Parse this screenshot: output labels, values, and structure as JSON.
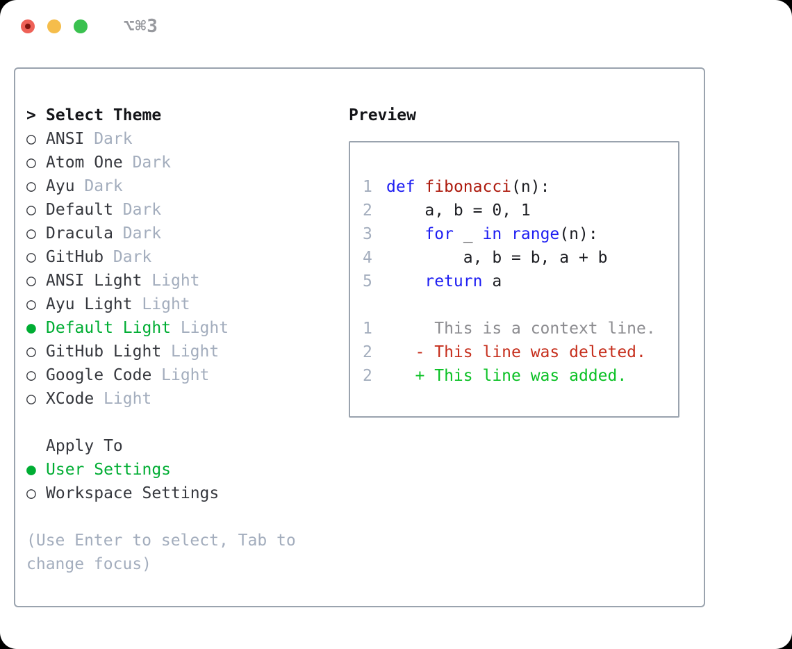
{
  "window": {
    "title_shortcut": "⌥⌘3"
  },
  "icons": {
    "caret": ">",
    "radio_on": "●",
    "radio_off": "○"
  },
  "colors": {
    "selection_green": "#00ad33",
    "added_green": "#0bc125",
    "deleted_red": "#c62f1d",
    "keyword_blue": "#1d1df2",
    "function_red": "#ad1a0d",
    "muted_gray": "#a3adbd",
    "context_gray": "#8c8c90",
    "border_gray": "#9aa3ae",
    "traffic_red": "#ee6157",
    "traffic_yellow": "#f5bd4b",
    "traffic_green": "#3ac14f"
  },
  "theme_panel": {
    "title": "Select Theme",
    "themes": [
      {
        "name": "ANSI",
        "variant": "Dark",
        "selected": false
      },
      {
        "name": "Atom One",
        "variant": "Dark",
        "selected": false
      },
      {
        "name": "Ayu",
        "variant": "Dark",
        "selected": false
      },
      {
        "name": "Default",
        "variant": "Dark",
        "selected": false
      },
      {
        "name": "Dracula",
        "variant": "Dark",
        "selected": false
      },
      {
        "name": "GitHub",
        "variant": "Dark",
        "selected": false
      },
      {
        "name": "ANSI Light",
        "variant": "Light",
        "selected": false
      },
      {
        "name": "Ayu Light",
        "variant": "Light",
        "selected": false
      },
      {
        "name": "Default Light",
        "variant": "Light",
        "selected": true
      },
      {
        "name": "GitHub Light",
        "variant": "Light",
        "selected": false
      },
      {
        "name": "Google Code",
        "variant": "Light",
        "selected": false
      },
      {
        "name": "XCode",
        "variant": "Light",
        "selected": false
      }
    ],
    "apply_to": {
      "label": "Apply To",
      "options": [
        {
          "name": "User Settings",
          "selected": true
        },
        {
          "name": "Workspace Settings",
          "selected": false
        }
      ]
    },
    "hint": "(Use Enter to select, Tab to change focus)"
  },
  "preview": {
    "label": "Preview",
    "code": [
      {
        "num": "1",
        "parts": [
          [
            "kw",
            "def"
          ],
          [
            "pl",
            " "
          ],
          [
            "fn",
            "fibonacci"
          ],
          [
            "pl",
            "(n):"
          ]
        ]
      },
      {
        "num": "2",
        "parts": [
          [
            "pl",
            "    a, b = 0, 1"
          ]
        ]
      },
      {
        "num": "3",
        "parts": [
          [
            "pl",
            "    "
          ],
          [
            "kw",
            "for"
          ],
          [
            "pl",
            " _ "
          ],
          [
            "kw",
            "in"
          ],
          [
            "pl",
            " "
          ],
          [
            "kw",
            "range"
          ],
          [
            "pl",
            "(n):"
          ]
        ]
      },
      {
        "num": "4",
        "parts": [
          [
            "pl",
            "        a, b = b, a + b"
          ]
        ]
      },
      {
        "num": "5",
        "parts": [
          [
            "pl",
            "    "
          ],
          [
            "kw",
            "return"
          ],
          [
            "pl",
            " a"
          ]
        ]
      }
    ],
    "diff": [
      {
        "num": "1",
        "type": "context",
        "text": "     This is a context line."
      },
      {
        "num": "2",
        "type": "deleted",
        "text": "   - This line was deleted."
      },
      {
        "num": "2",
        "type": "added",
        "text": "   + This line was added."
      }
    ]
  }
}
